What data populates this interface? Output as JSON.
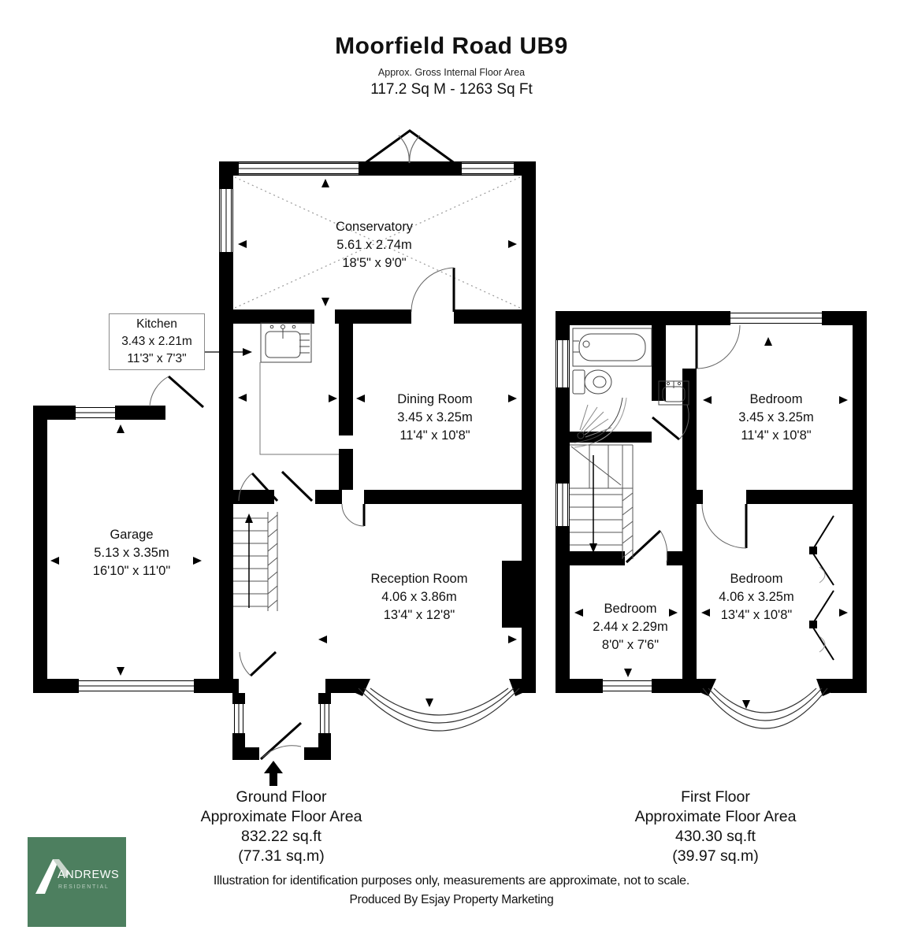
{
  "header": {
    "title": "Moorfield Road UB9",
    "subtitle": "Approx. Gross Internal Floor Area",
    "total_area": "117.2 Sq M - 1263 Sq Ft"
  },
  "ground_floor": {
    "rooms": {
      "conservatory": {
        "name": "Conservatory",
        "metric": "5.61 x 2.74m",
        "imperial": "18'5\" x 9'0\""
      },
      "kitchen": {
        "name": "Kitchen",
        "metric": "3.43 x 2.21m",
        "imperial": "11'3\" x 7'3\""
      },
      "dining_room": {
        "name": "Dining Room",
        "metric": "3.45 x 3.25m",
        "imperial": "11'4\" x 10'8\""
      },
      "garage": {
        "name": "Garage",
        "metric": "5.13 x 3.35m",
        "imperial": "16'10\" x 11'0\""
      },
      "reception_room": {
        "name": "Reception Room",
        "metric": "4.06 x 3.86m",
        "imperial": "13'4\" x 12'8\""
      }
    },
    "caption": {
      "floor": "Ground Floor",
      "label": "Approximate Floor Area",
      "area_sqft": "832.22 sq.ft",
      "area_sqm": "(77.31 sq.m)"
    }
  },
  "first_floor": {
    "rooms": {
      "bedroom_one": {
        "name": "Bedroom",
        "metric": "3.45 x 3.25m",
        "imperial": "11'4\" x 10'8\""
      },
      "bedroom_two": {
        "name": "Bedroom",
        "metric": "4.06 x 3.25m",
        "imperial": "13'4\" x 10'8\""
      },
      "bedroom_three": {
        "name": "Bedroom",
        "metric": "2.44 x 2.29m",
        "imperial": "8'0\" x 7'6\""
      }
    },
    "caption": {
      "floor": "First Floor",
      "label": "Approximate Floor Area",
      "area_sqft": "430.30 sq.ft",
      "area_sqm": "(39.97 sq.m)"
    }
  },
  "footer": {
    "disclaimer": "Illustration for identification purposes only, measurements are approximate, not to scale.",
    "produced_by": "Produced By Esjay Property Marketing"
  },
  "logo": {
    "brand": "ANDREWS",
    "division": "RESIDENTIAL",
    "color": "#4d7f5f"
  }
}
